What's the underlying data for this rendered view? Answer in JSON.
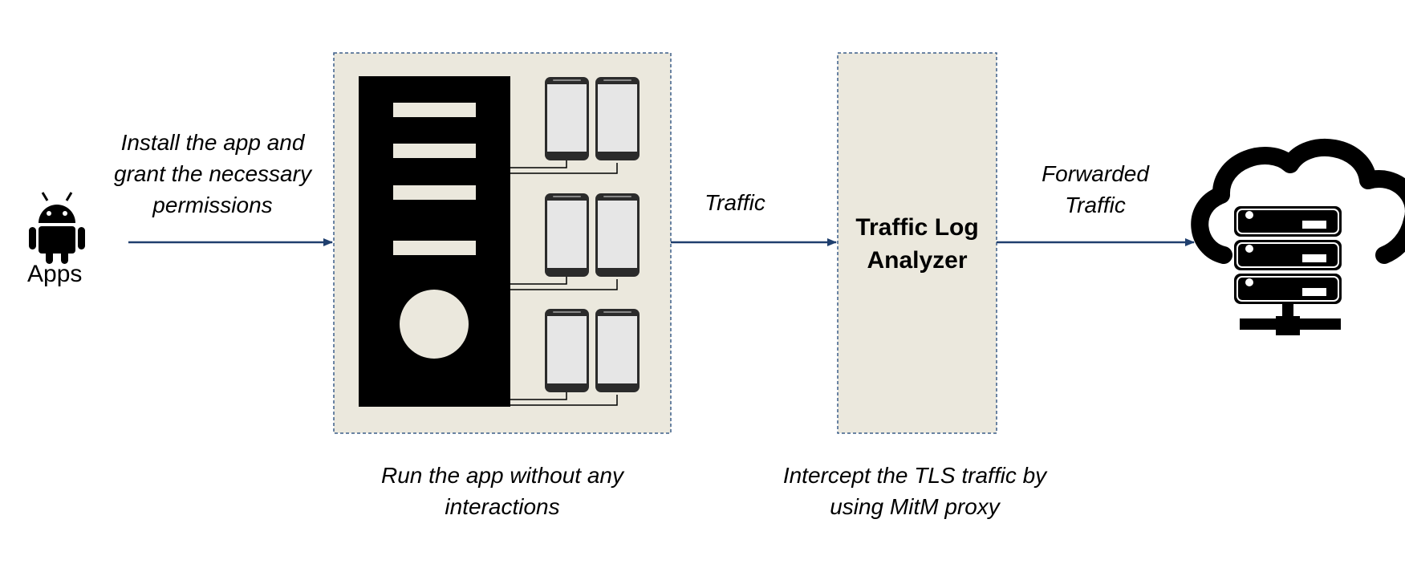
{
  "colors": {
    "arrow": "#1f3f6e",
    "box_fill": "#ebe8dd",
    "box_border": "#3d5f8a",
    "server_body": "#000000",
    "server_slot": "#ebe8dd",
    "phone_body": "#2b2b2b",
    "phone_screen": "#e6e6e6"
  },
  "apps": {
    "icon": "android-icon",
    "label": "Apps"
  },
  "install_label": {
    "lines": [
      "Install the app and",
      "grant the necessary",
      "permissions"
    ]
  },
  "emulator_box": {
    "caption_lines": [
      "Run the app without any",
      "interactions"
    ],
    "server_icon": "server-tower-icon",
    "phone_icon": "smartphone-icon",
    "phone_rows": 3,
    "phones_per_row": 2
  },
  "traffic_label": "Traffic",
  "analyzer_box": {
    "title_lines": [
      "Traffic Log",
      "Analyzer"
    ],
    "caption_lines": [
      "Intercept the TLS traffic by",
      "using MitM proxy"
    ]
  },
  "forwarded_label": {
    "lines": [
      "Forwarded",
      "Traffic"
    ]
  },
  "cloud": {
    "icon": "cloud-server-icon"
  }
}
